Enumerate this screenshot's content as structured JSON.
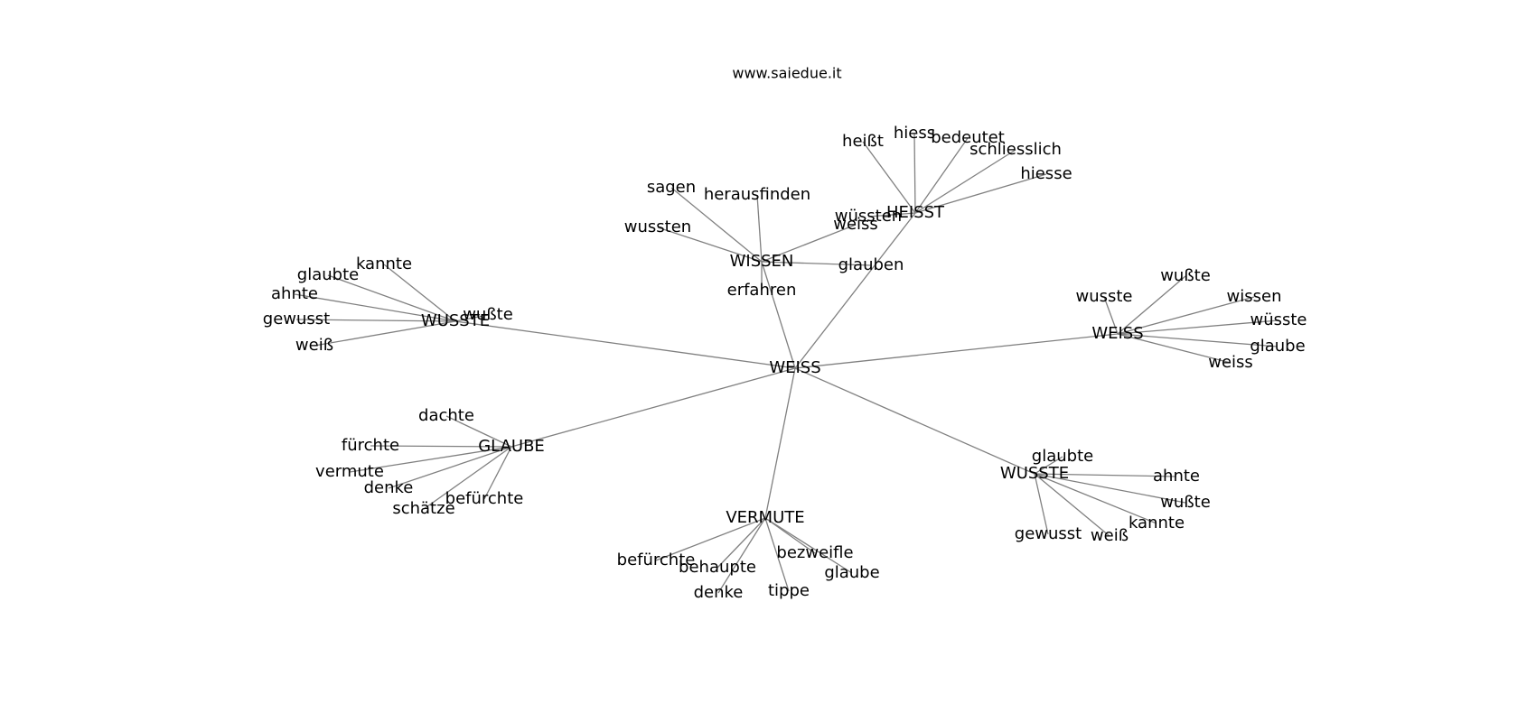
{
  "title": "www.saiedue.it",
  "colors": {
    "edge": "#808080",
    "text": "#000000",
    "background": "#ffffff"
  },
  "graph": {
    "center": "WEISS",
    "hubs": [
      {
        "id": "wissen",
        "label": "WISSEN",
        "leaves": [
          "sagen",
          "herausfinden",
          "wussten",
          "weiss",
          "glauben",
          "erfahren"
        ]
      },
      {
        "id": "heisst",
        "label": "HEISST",
        "leaves": [
          "heißt",
          "hiess",
          "bedeutet",
          "schliesslich",
          "hiesse",
          "wüssten"
        ]
      },
      {
        "id": "wusste-left",
        "label": "WUSSTE",
        "leaves": [
          "kannte",
          "glaubte",
          "ahnte",
          "gewusst",
          "weiß",
          "wußte"
        ]
      },
      {
        "id": "weiss-right",
        "label": "WEISS",
        "leaves": [
          "wusste",
          "wußte",
          "wissen",
          "wüsste",
          "glaube",
          "weiss"
        ]
      },
      {
        "id": "glaube",
        "label": "GLAUBE",
        "leaves": [
          "dachte",
          "fürchte",
          "vermute",
          "denke",
          "befürchte",
          "schätze"
        ]
      },
      {
        "id": "vermute",
        "label": "VERMUTE",
        "leaves": [
          "befürchte",
          "behaupte",
          "denke",
          "tippe",
          "bezweifle",
          "glaube"
        ]
      },
      {
        "id": "wusste-right",
        "label": "WUSSTE",
        "leaves": [
          "glaubte",
          "ahnte",
          "wußte",
          "kannte",
          "weiß",
          "gewusst"
        ]
      }
    ]
  }
}
